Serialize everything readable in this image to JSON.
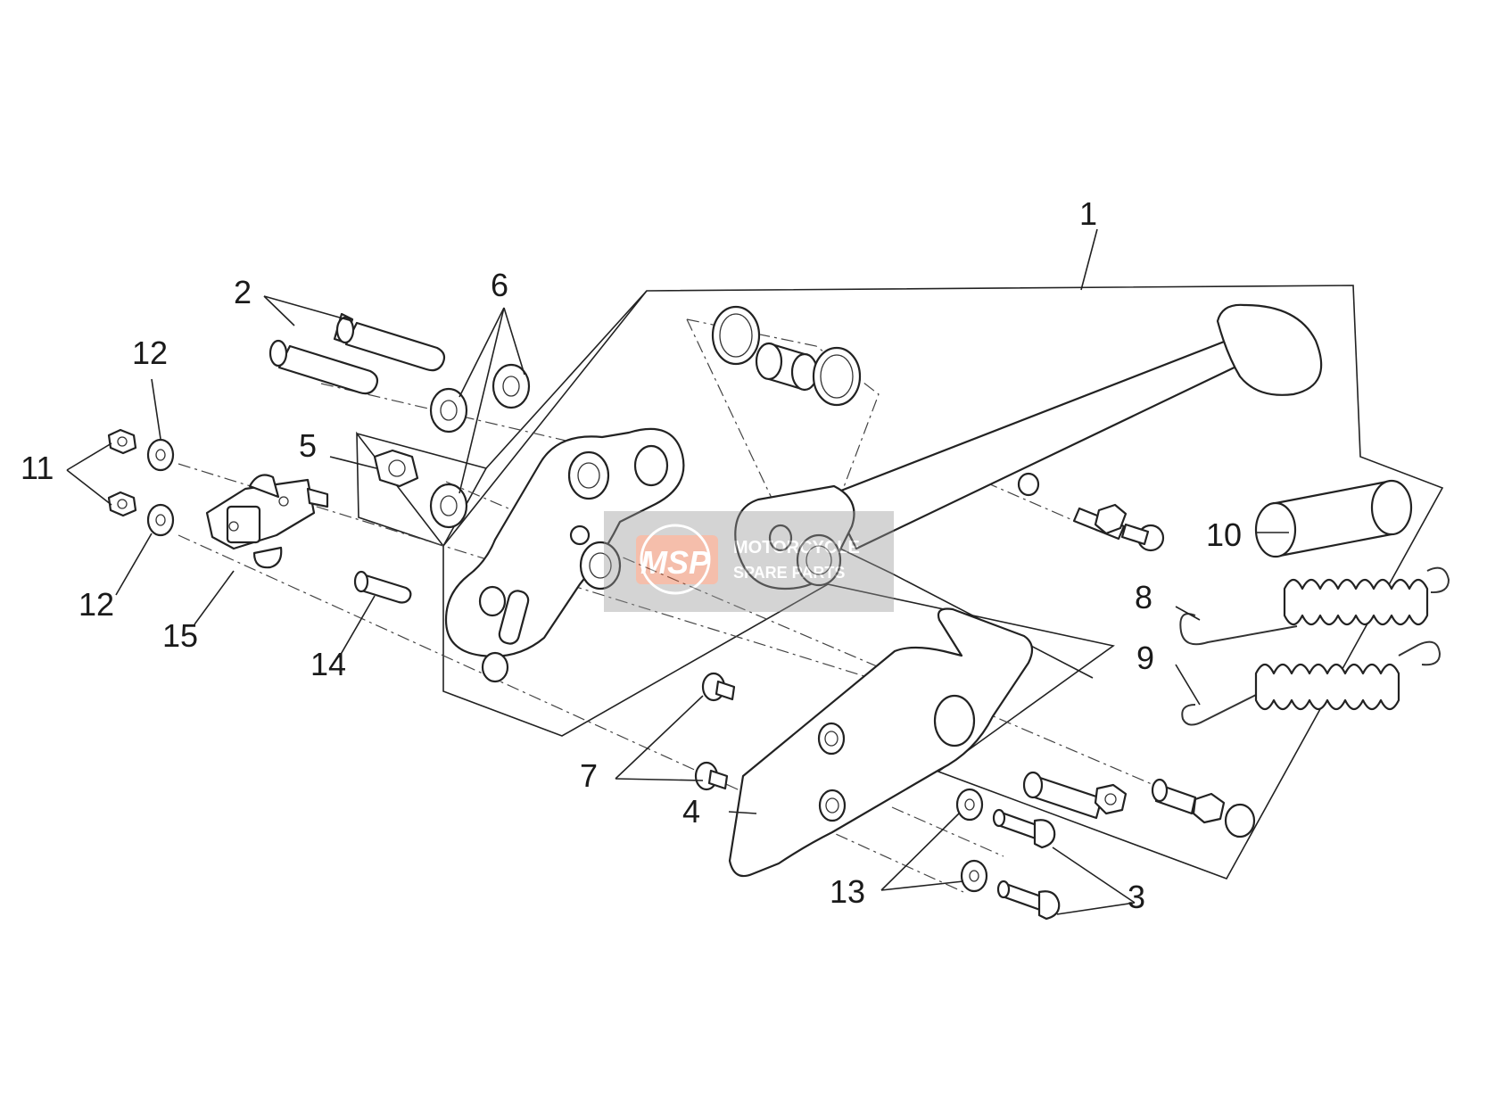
{
  "diagram": {
    "callouts": [
      {
        "id": "1",
        "label": "1"
      },
      {
        "id": "2",
        "label": "2"
      },
      {
        "id": "3",
        "label": "3"
      },
      {
        "id": "4",
        "label": "4"
      },
      {
        "id": "5",
        "label": "5"
      },
      {
        "id": "6",
        "label": "6"
      },
      {
        "id": "7",
        "label": "7"
      },
      {
        "id": "8",
        "label": "8"
      },
      {
        "id": "9",
        "label": "9"
      },
      {
        "id": "10",
        "label": "10"
      },
      {
        "id": "11",
        "label": "11"
      },
      {
        "id": "12a",
        "label": "12"
      },
      {
        "id": "12b",
        "label": "12"
      },
      {
        "id": "13",
        "label": "13"
      },
      {
        "id": "14",
        "label": "14"
      },
      {
        "id": "15",
        "label": "15"
      }
    ]
  },
  "watermark": {
    "logo_text": "MSP",
    "line1": "MOTORCYCLE",
    "line2": "SPARE PARTS",
    "accent_color": "#e8673a",
    "box_color": "#9a9a9a"
  }
}
